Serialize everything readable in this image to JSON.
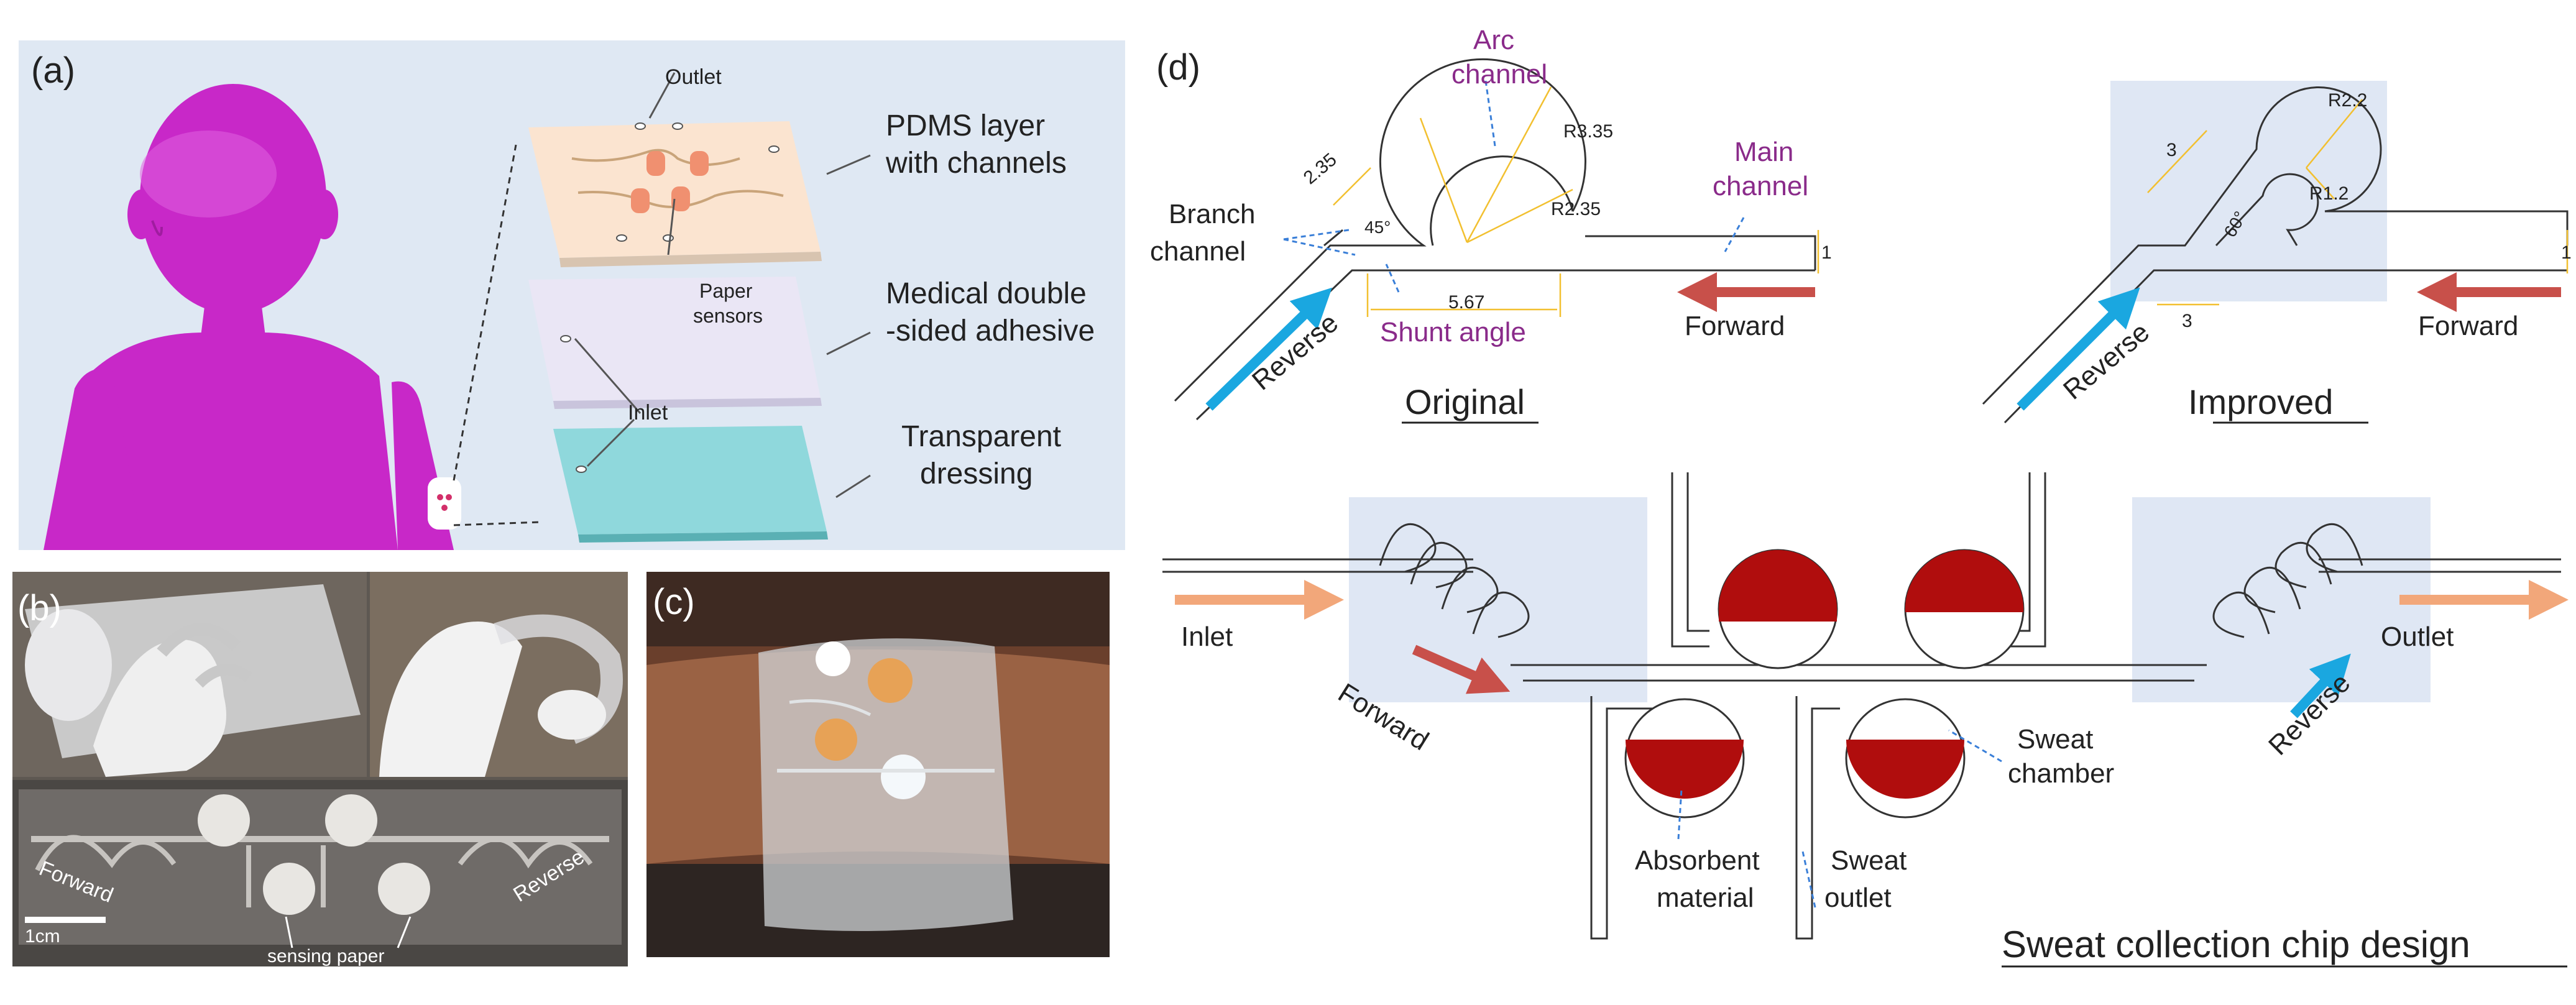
{
  "panel_a": {
    "label": "(a)",
    "outlet": "Outlet",
    "pdms_line1": "PDMS layer",
    "pdms_line2": "with channels",
    "paper_line1": "Paper",
    "paper_line2": "sensors",
    "adhesive_line1": "Medical double",
    "adhesive_line2": "-sided adhesive",
    "inlet": "Inlet",
    "dressing_line1": "Transparent",
    "dressing_line2": "dressing"
  },
  "panel_b": {
    "label": "(b)",
    "forward": "Forward",
    "reverse": "Reverse",
    "scale": "1cm",
    "sensing_paper": "sensing paper"
  },
  "panel_c": {
    "label": "(c)"
  },
  "panel_d": {
    "label": "(d)",
    "original": {
      "arc_line1": "Arc",
      "arc_line2": "channel",
      "main_line1": "Main",
      "main_line2": "channel",
      "branch_line1": "Branch",
      "branch_line2": "channel",
      "shunt": "Shunt angle",
      "forward": "Forward",
      "reverse": "Reverse",
      "title": "Original",
      "dim_235": "2.35",
      "dim_r335": "R3.35",
      "dim_r235": "R2.35",
      "dim_45": "45°",
      "dim_567": "5.67",
      "dim_1": "1"
    },
    "improved": {
      "title": "Improved",
      "forward": "Forward",
      "reverse": "Reverse",
      "dim_3a": "3",
      "dim_3b": "3",
      "dim_r22": "R2.2",
      "dim_r12": "R1.2",
      "dim_60": "60°",
      "dim_1": "1"
    },
    "chip": {
      "inlet": "Inlet",
      "outlet": "Outlet",
      "forward": "Forward",
      "reverse": "Reverse",
      "sweat_chamber_line1": "Sweat",
      "sweat_chamber_line2": "chamber",
      "absorbent_line1": "Absorbent",
      "absorbent_line2": "material",
      "sweat_outlet_line1": "Sweat",
      "sweat_outlet_line2": "outlet",
      "title": "Sweat collection chip design"
    }
  }
}
